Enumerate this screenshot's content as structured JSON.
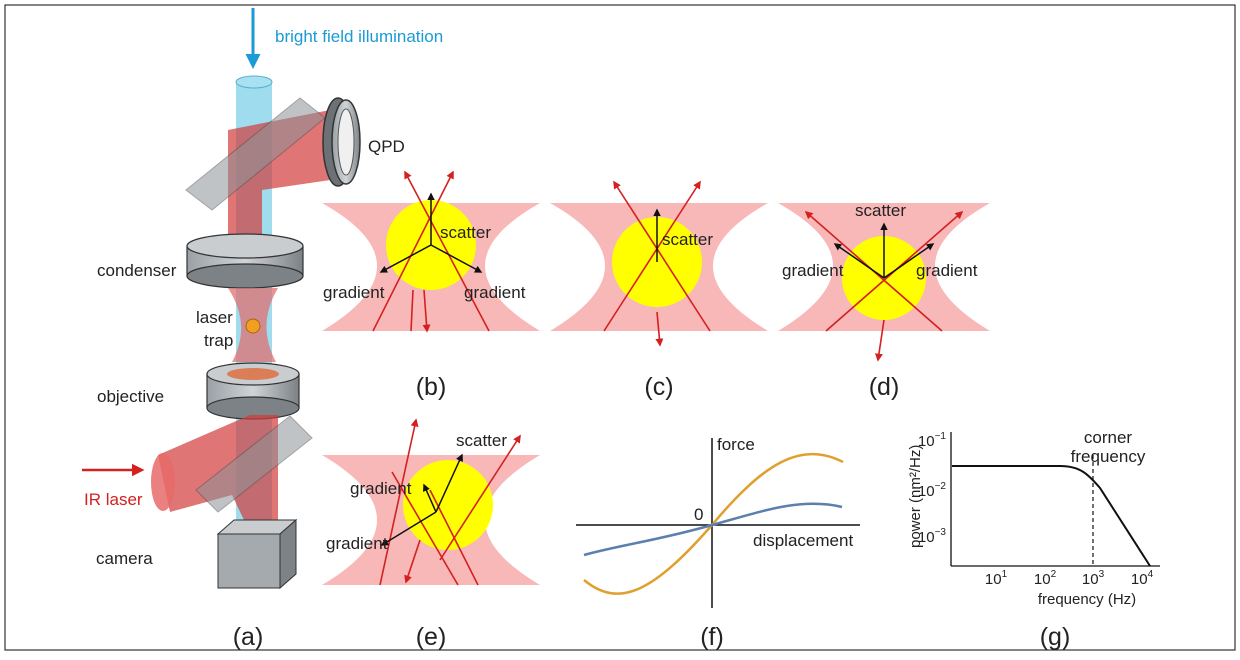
{
  "panels": {
    "a": "(a)",
    "b": "(b)",
    "c": "(c)",
    "d": "(d)",
    "e": "(e)",
    "f": "(f)",
    "g": "(g)"
  },
  "setup": {
    "illumination": "bright field illumination",
    "qpd": "QPD",
    "condenser": "condenser",
    "laser_trap_1": "laser",
    "laser_trap_2": "trap",
    "objective": "objective",
    "ir_laser": "IR laser",
    "camera": "camera"
  },
  "forces": {
    "scatter": "scatter",
    "gradient": "gradient"
  },
  "force_plot": {
    "y_label": "force",
    "x_label": "displacement",
    "origin": "0",
    "colors": {
      "stiff": "#e0a030",
      "soft": "#5b7fae"
    }
  },
  "spectrum": {
    "y_label": "power (nm²/Hz)",
    "x_label": "frequency (Hz)",
    "corner_1": "corner",
    "corner_2": "frequency",
    "y_ticks": [
      {
        "base": "10",
        "exp": "−1"
      },
      {
        "base": "10",
        "exp": "−2"
      },
      {
        "base": "10",
        "exp": "−3"
      }
    ],
    "x_ticks": [
      {
        "base": "10",
        "exp": "1"
      },
      {
        "base": "10",
        "exp": "2"
      },
      {
        "base": "10",
        "exp": "3"
      },
      {
        "base": "10",
        "exp": "4"
      }
    ]
  },
  "colors": {
    "beam_red": "#d42020",
    "illum_blue": "#1a9ad6",
    "bead": "#ffff00",
    "beam_fill": "#f9b8b8"
  }
}
